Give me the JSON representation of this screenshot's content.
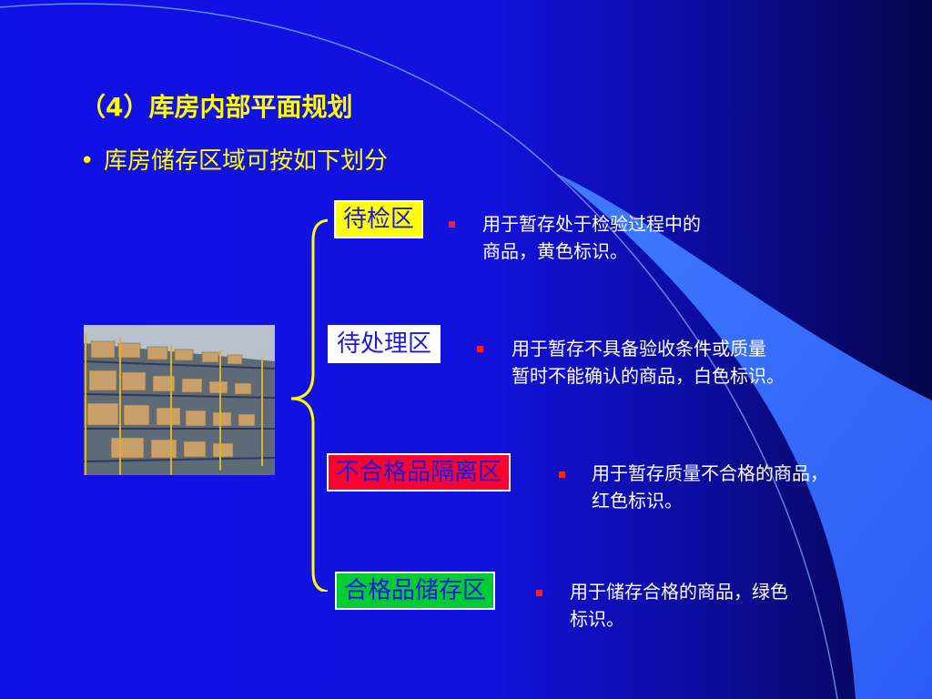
{
  "slide": {
    "title": "（4）库房内部平面规划",
    "bullet_text": "库房储存区域可按如下划分",
    "bullet_glyph": "•",
    "image_caption": "仓库货架图片"
  },
  "zones": [
    {
      "label": "待检区",
      "desc1": "用于暂存处于检验过程中的",
      "desc2": "商品，黄色标识。",
      "color": "#ffff00"
    },
    {
      "label": "待处理区",
      "desc1": "用于暂存不具备验收条件或质量",
      "desc2": "暂时不能确认的商品，白色标识。",
      "color": "#ffffff"
    },
    {
      "label": "不合格品隔离区",
      "desc1": "用于暂存质量不合格的商品，",
      "desc2": "红色标识。",
      "color": "#ff0033"
    },
    {
      "label": "合格品储存区",
      "desc1": "用于储存合格的商品，绿色",
      "desc2": "标识。",
      "color": "#00cc33"
    }
  ],
  "colors": {
    "background": "#1010e8",
    "title": "#ffff00",
    "brace": "#ffff00",
    "label_text": "#1a1ad8",
    "bullet_square": "#ff2020"
  },
  "icons": {
    "brace": "left-curly-brace-icon",
    "bullet": "red-square-bullet-icon"
  }
}
